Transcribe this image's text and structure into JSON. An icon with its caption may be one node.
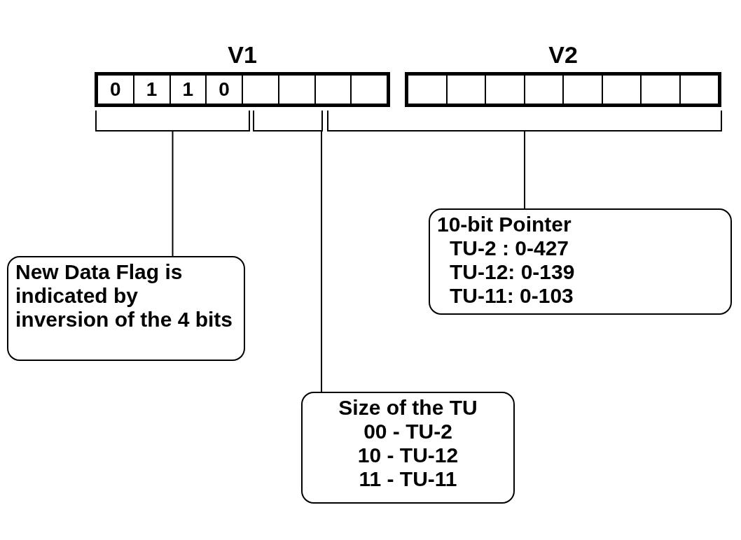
{
  "diagram": {
    "nodes": [
      {
        "text": [
          "V1"
        ]
      },
      {
        "text": [
          "0"
        ],
        "in": 0
      },
      {
        "text": [
          "1"
        ],
        "in": 0
      },
      {
        "text": [
          "1"
        ],
        "in": 0
      },
      {
        "text": [
          "0"
        ],
        "in": 0
      },
      {
        "text": [],
        "shape": "box",
        "in": 0
      },
      {
        "text": [],
        "shape": "box",
        "in": 0
      },
      {
        "text": [],
        "shape": "box",
        "in": 0
      },
      {
        "text": [],
        "shape": "box",
        "in": 0
      },
      {
        "text": [
          "V2"
        ]
      },
      {
        "text": [],
        "shape": "box",
        "in": 9
      },
      {
        "text": [],
        "shape": "box",
        "in": 9
      },
      {
        "text": [],
        "shape": "box",
        "in": 9
      },
      {
        "text": [],
        "shape": "box",
        "in": 9
      },
      {
        "text": [],
        "shape": "box",
        "in": 9
      },
      {
        "text": [],
        "shape": "box",
        "in": 9
      },
      {
        "text": [],
        "shape": "box",
        "in": 9
      },
      {
        "text": [],
        "shape": "box",
        "in": 9
      },
      {
        "text": [],
        "shape": "bracket"
      },
      {
        "text": [],
        "shape": "bracket"
      },
      {
        "text": [],
        "shape": "bracket"
      },
      {
        "text": [
          "10-bit Pointer",
          "TU-2 : 0-427",
          "TU-12: 0-139",
          "TU-11: 0-103"
        ]
      },
      {
        "text": [
          "New Data Flag is indicated by inversion of the 4 bits"
        ]
      },
      {
        "text": [
          "Size of the TU",
          "00 - TU-2",
          "10 - TU-12",
          "11 - TU-11"
        ]
      }
    ],
    "edges": [
      {
        "from": 22,
        "to": 18,
        "arrow": "none"
      },
      {
        "from": 23,
        "to": 19,
        "arrow": "none"
      },
      {
        "from": 21,
        "to": 20,
        "arrow": "none"
      }
    ]
  }
}
